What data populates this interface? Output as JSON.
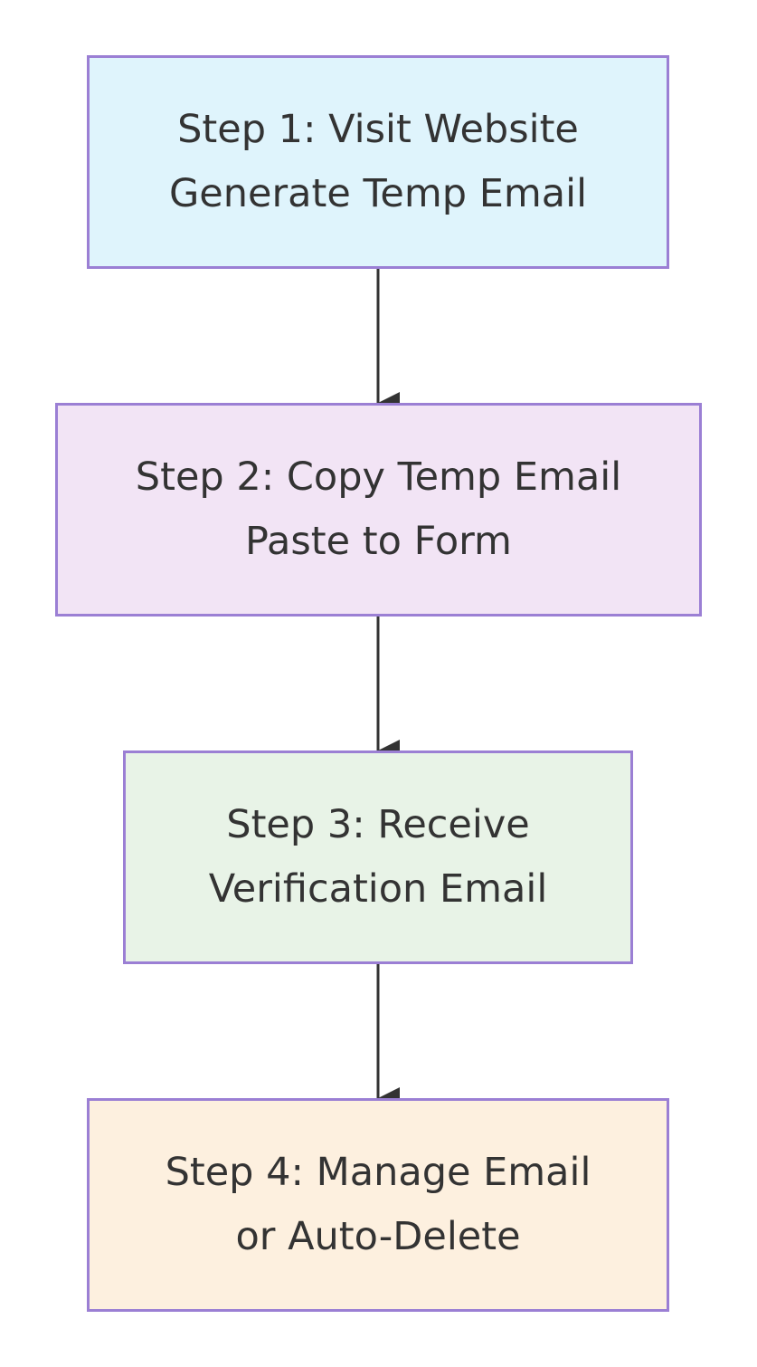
{
  "diagram": {
    "steps": [
      {
        "line1": "Step 1: Visit Website",
        "line2": "Generate Temp Email",
        "fill": "#dff4fc"
      },
      {
        "line1": "Step 2: Copy Temp Email",
        "line2": "Paste to Form",
        "fill": "#f2e4f5"
      },
      {
        "line1": "Step 3: Receive",
        "line2": "Verification Email",
        "fill": "#e8f3e7"
      },
      {
        "line1": "Step 4: Manage Email",
        "line2": "or Auto-Delete",
        "fill": "#fdf0df"
      }
    ],
    "border_color": "#9b7fd4",
    "arrow_color": "#333333",
    "text_color": "#333333"
  }
}
